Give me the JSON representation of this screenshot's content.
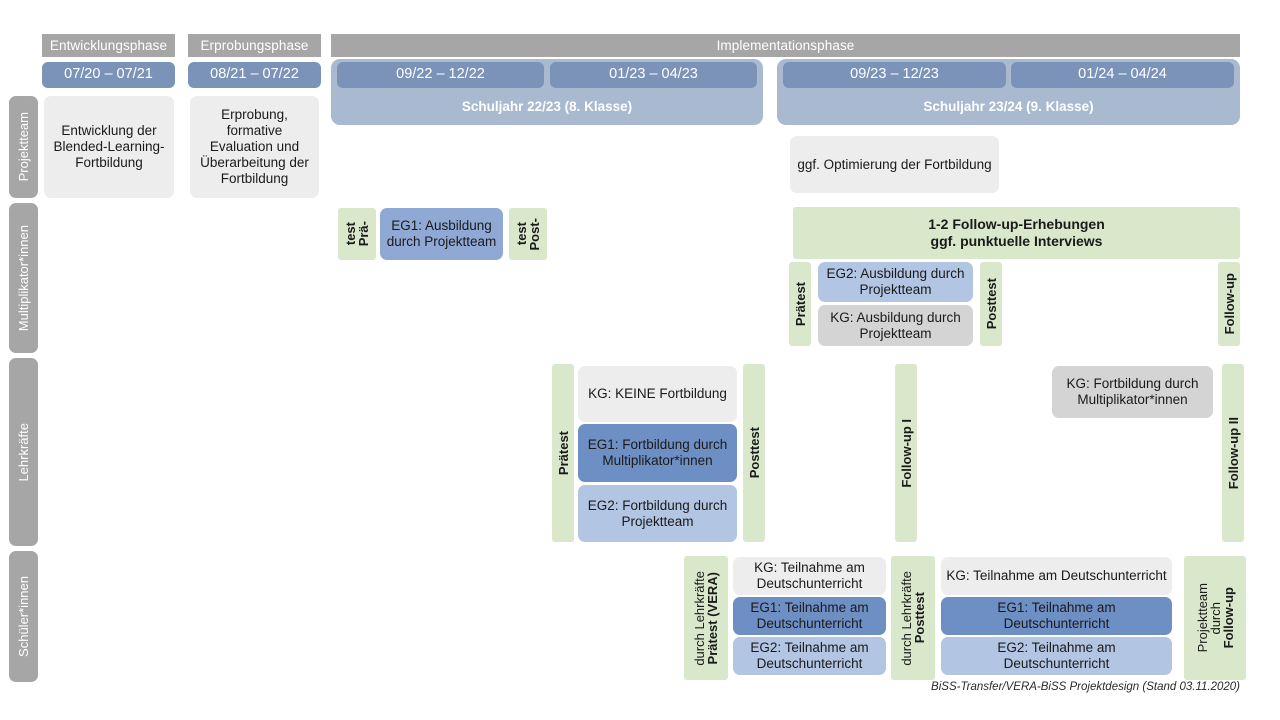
{
  "figure": {
    "footer_note": "BiSS-Transfer/VERA-BiSS Projektdesign (Stand 03.11.2020)"
  },
  "colors": {
    "phase_header_gray": "#a6a6a6",
    "date_chip_blue": "#7b93b8",
    "schuljahr_band_blue": "#a9b9d0",
    "green_strip": "#d9e7cb",
    "kg_gray_light": "#ededed",
    "kg_gray": "#d4d4d4",
    "eg1_blue_dark": "#6e8fc4",
    "eg1_blue_mid": "#8fa9d4",
    "eg2_blue_light": "#b2c5e3"
  },
  "phases": [
    {
      "label": "Entwicklungsphase"
    },
    {
      "label": "Erprobungsphase"
    },
    {
      "label": "Implementationsphase"
    }
  ],
  "date_chips": [
    {
      "label": "07/20 – 07/21"
    },
    {
      "label": "08/21 – 07/22"
    },
    {
      "label": "09/22 – 12/22"
    },
    {
      "label": "01/23 – 04/23"
    },
    {
      "label": "09/23 – 12/23"
    },
    {
      "label": "01/24 – 04/24"
    }
  ],
  "schuljahre": [
    {
      "label": "Schuljahr 22/23 (8. Klasse)"
    },
    {
      "label": "Schuljahr 23/24 (9. Klasse)"
    }
  ],
  "row_labels": [
    {
      "label": "Projektteam"
    },
    {
      "label": "Multiplikator*innen"
    },
    {
      "label": "Lehrkräfte"
    },
    {
      "label": "Schüler*innen"
    }
  ],
  "projektteam": {
    "entwicklung": "Entwicklung der Blended-Learning-Fortbildung",
    "erprobung": "Erprobung, formative Evaluation und Überarbeitung der Fortbildung",
    "optimierung": "ggf. Optimierung der Fortbildung"
  },
  "multiplikatoren": {
    "praetest_1a": "Prä-",
    "praetest_1b": "test",
    "eg1": "EG1: Ausbildung durch Projektteam",
    "posttest_1a": "Post-",
    "posttest_1b": "test",
    "followup_banner": "1-2 Follow-up-Erhebungen\nggf. punktuelle Interviews",
    "followup_banner_line1": "1-2 Follow-up-Erhebungen",
    "followup_banner_line2": "ggf. punktuelle Interviews",
    "praetest_2": "Prätest",
    "eg2": "EG2:  Ausbildung durch Projektteam",
    "kg": "KG: Ausbildung durch Projektteam",
    "posttest_2": "Posttest",
    "followup": "Follow-up"
  },
  "lehrkraefte": {
    "praetest": "Prätest",
    "kg_keine": "KG:  KEINE Fortbildung",
    "eg1": "EG1: Fortbildung durch Multiplikator*innen",
    "eg2": "EG2: Fortbildung durch Projektteam",
    "posttest": "Posttest",
    "followup_1": "Follow-up I",
    "kg_fortbildung": "KG: Fortbildung durch Multiplikator*innen",
    "followup_2": "Follow-up II"
  },
  "schueler": {
    "praetest_bold": "Prätest (VERA)",
    "praetest_sub": "durch Lehrkräfte",
    "posttest_bold": "Posttest",
    "posttest_sub": "durch Lehrkräfte",
    "followup_bold": "Follow-up",
    "followup_sub1": "durch",
    "followup_sub2": "Projektteam",
    "block1": [
      {
        "label": "KG: Teilnahme am Deutschunterricht",
        "style": "kg"
      },
      {
        "label": "EG1: Teilnahme am Deutschunterricht",
        "style": "eg1"
      },
      {
        "label": "EG2: Teilnahme am Deutschunterricht",
        "style": "eg2"
      }
    ],
    "block2": [
      {
        "label": "KG: Teilnahme am Deutschunterricht",
        "style": "kg"
      },
      {
        "label": "EG1: Teilnahme am Deutschunterricht",
        "style": "eg1"
      },
      {
        "label": "EG2: Teilnahme am Deutschunterricht",
        "style": "eg2"
      }
    ]
  }
}
